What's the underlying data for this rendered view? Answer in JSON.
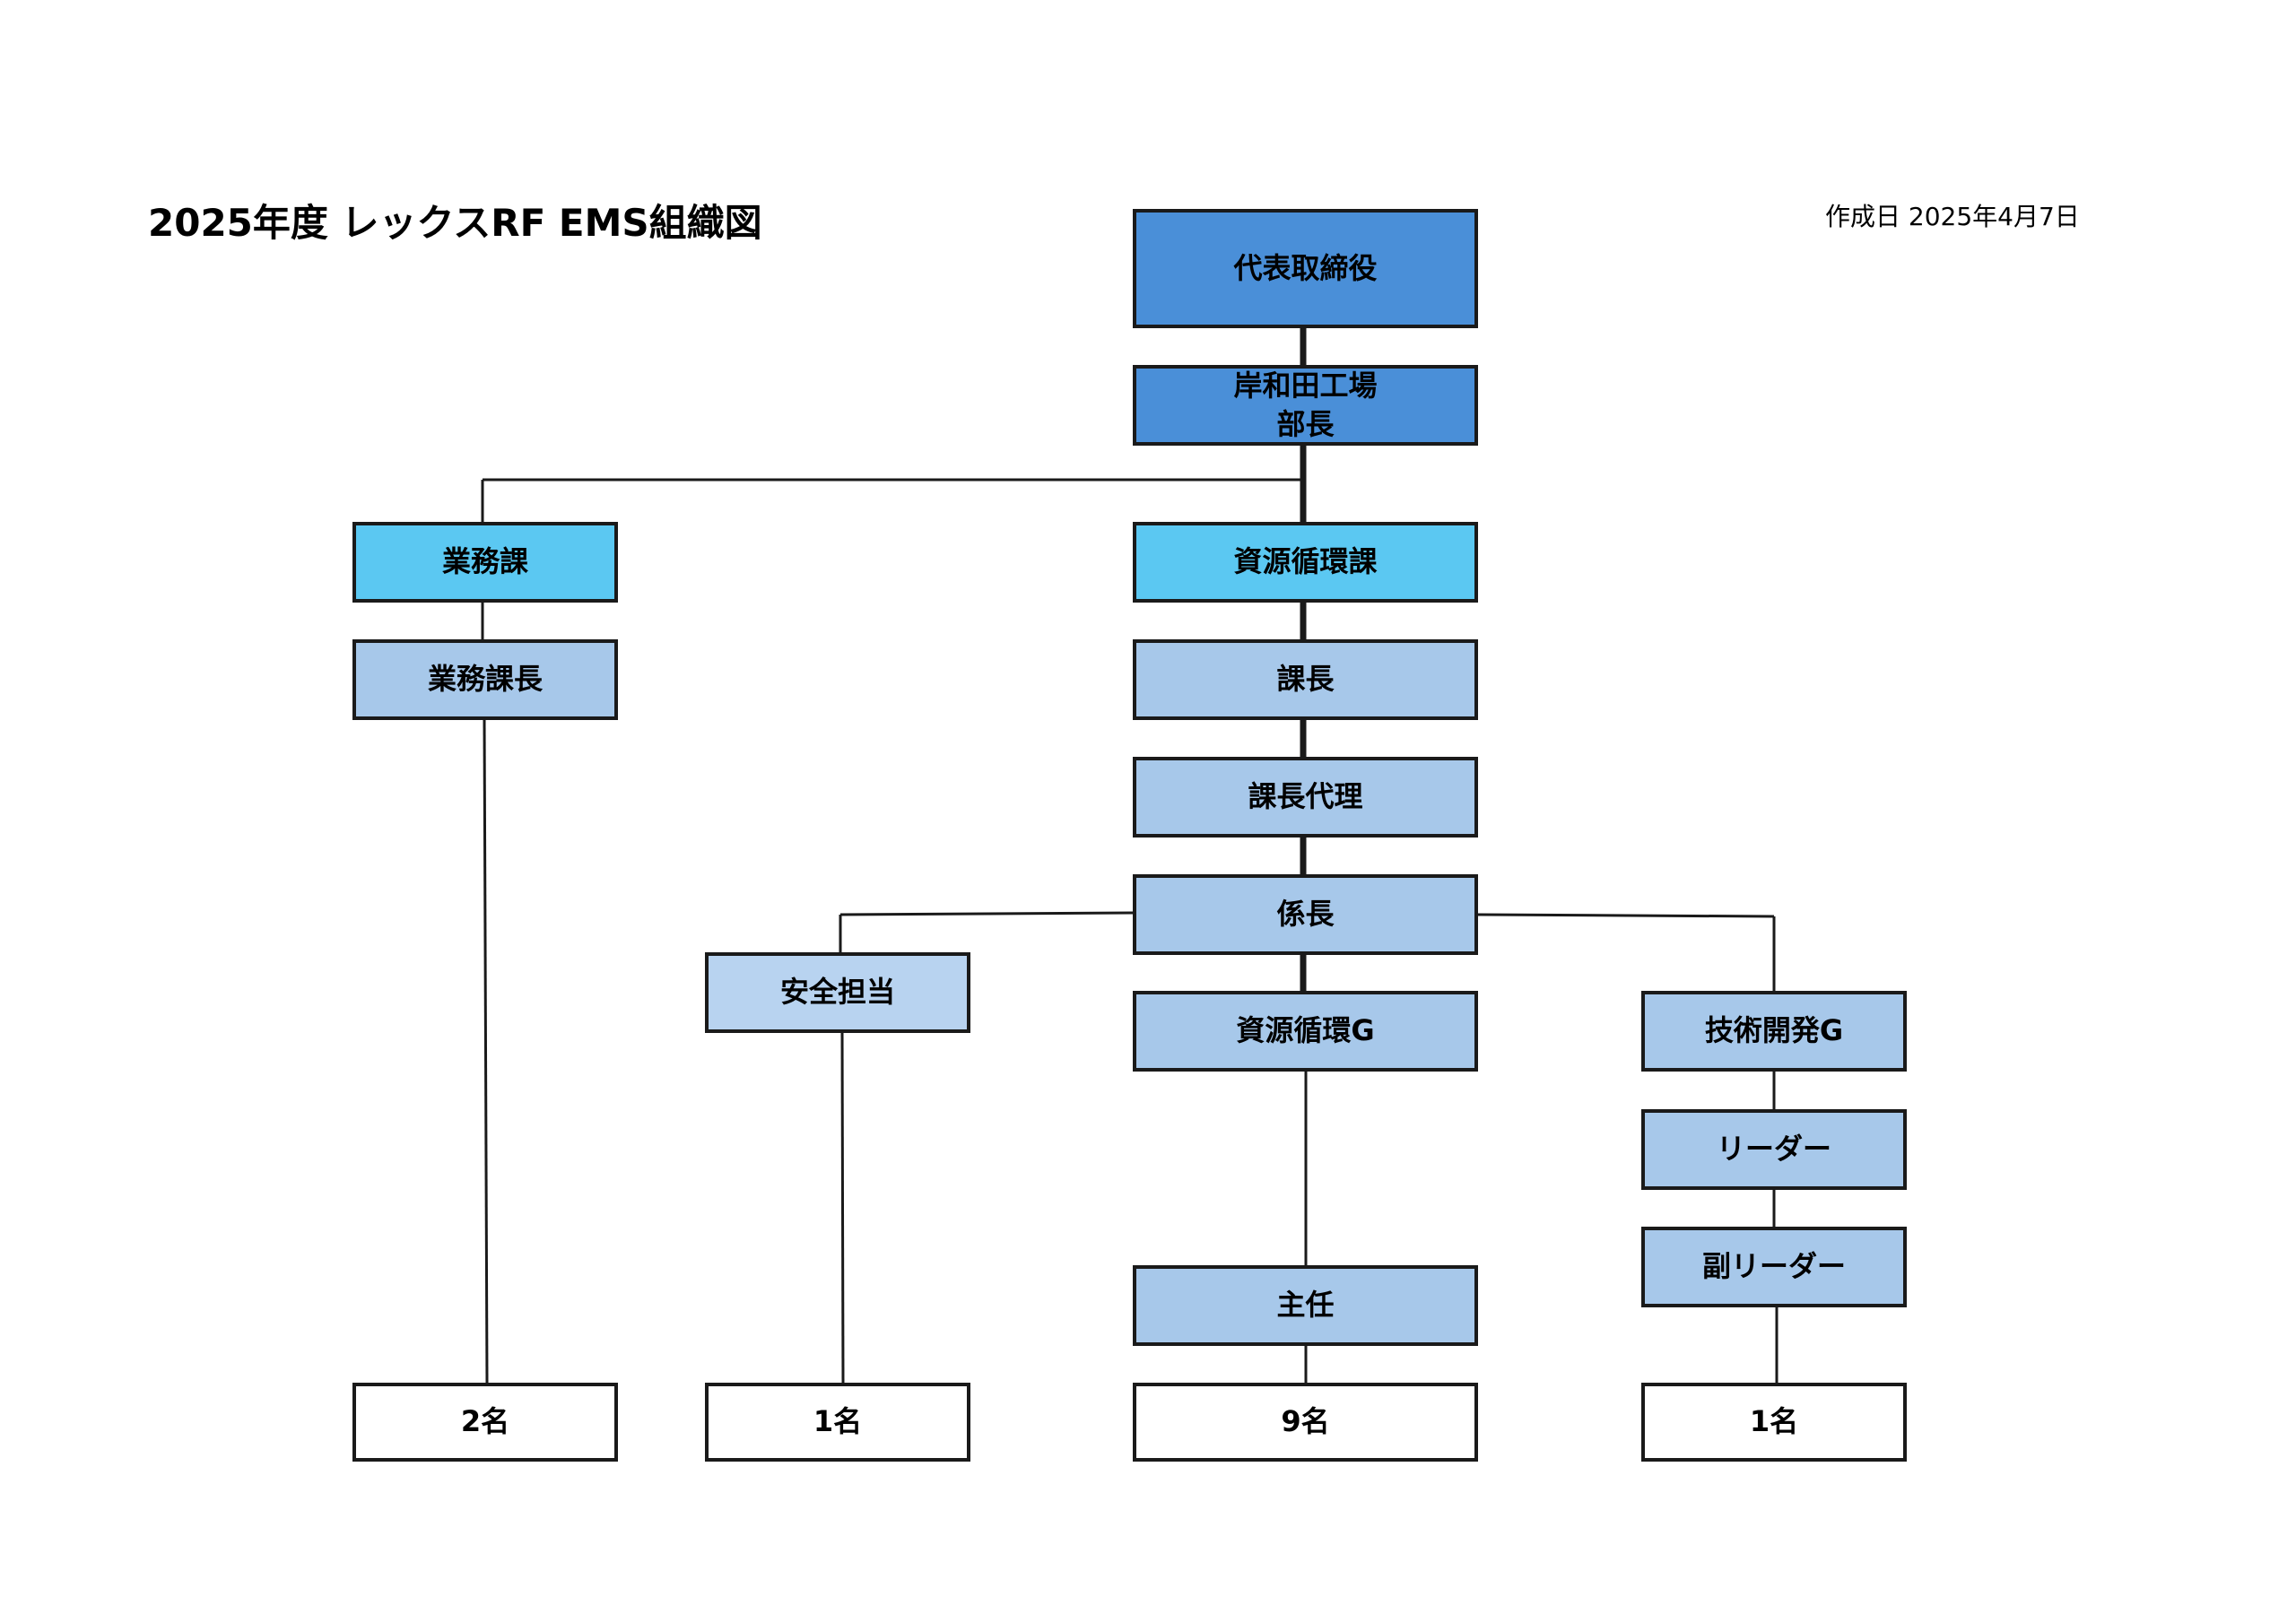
{
  "header": {
    "title": "2025年度 レックスRF EMS組織図",
    "date": "作成日 2025年4月7日"
  },
  "org": {
    "president": "代表取締役",
    "plant_manager": "岸和田工場\n部長",
    "business_section": "業務課",
    "business_chief": "業務課長",
    "business_count": "2名",
    "resource_section": "資源循環課",
    "section_chief": "課長",
    "deputy_chief": "課長代理",
    "subsection_chief": "係長",
    "safety": "安全担当",
    "safety_count": "1名",
    "resource_group": "資源循環G",
    "supervisor": "主任",
    "resource_count": "9名",
    "tech_group": "技術開発G",
    "leader": "リーダー",
    "sub_leader": "副リーダー",
    "tech_count": "1名"
  }
}
